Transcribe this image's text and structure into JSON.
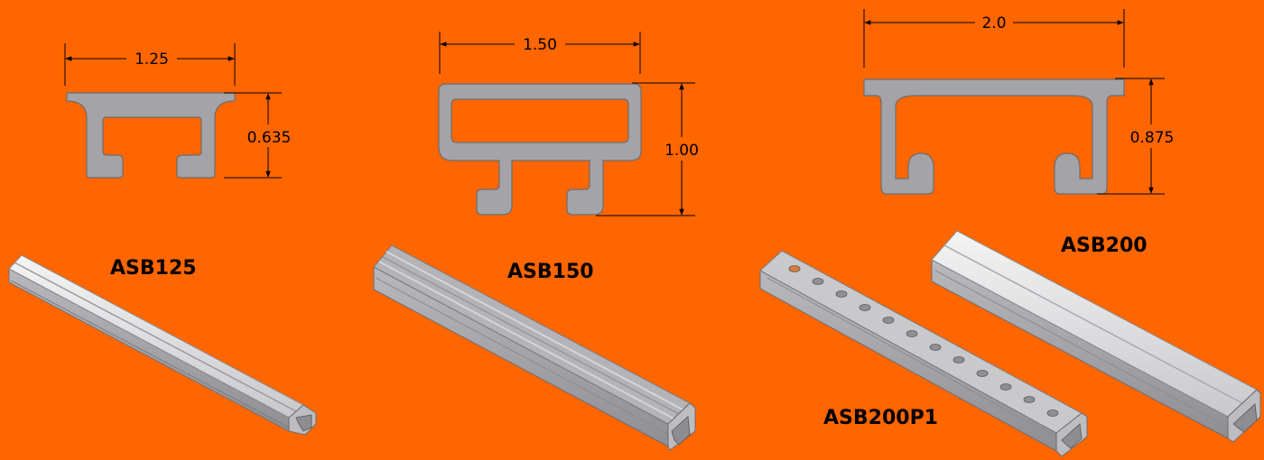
{
  "colors": {
    "background": "#ff6600",
    "profile_fill": "#a3a3a8",
    "rail_fill": "#d9d9dc",
    "dimension_line": "#000000"
  },
  "profiles": [
    {
      "model": "ASB125",
      "width": "1.25",
      "height": "0.635"
    },
    {
      "model": "ASB150",
      "width": "1.50",
      "height": "1.00"
    },
    {
      "model": "ASB200",
      "width": "2.0",
      "height": "0.875"
    }
  ],
  "rails": [
    {
      "label": "ASB125",
      "perforated": false
    },
    {
      "label": "ASB150",
      "perforated": false
    },
    {
      "label": "ASB200P1",
      "perforated": true
    },
    {
      "label": "ASB200",
      "perforated": false
    }
  ]
}
